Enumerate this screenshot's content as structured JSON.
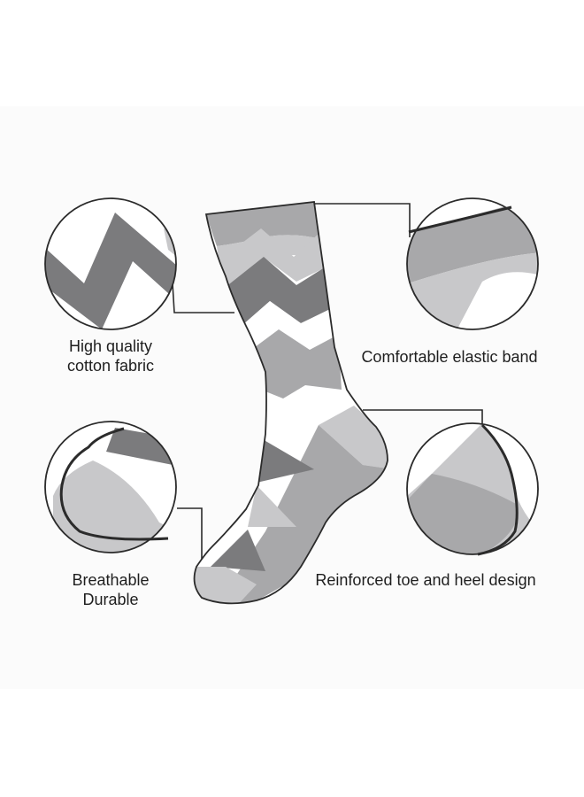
{
  "features": {
    "cotton": "High quality\ncotton fabric",
    "elastic": "Comfortable elastic band",
    "breathable": "Breathable\nDurable",
    "reinforced": "Reinforced toe and heel design"
  },
  "icons": [
    "cotton-fabric-closeup-icon",
    "elastic-band-closeup-icon",
    "toe-closeup-icon",
    "heel-closeup-icon",
    "sock-illustration"
  ],
  "colors": {
    "dark_gray": "#7b7b7d",
    "mid_gray": "#a8a8aa",
    "light_gray": "#c8c8ca",
    "outline": "#2b2b2b"
  }
}
